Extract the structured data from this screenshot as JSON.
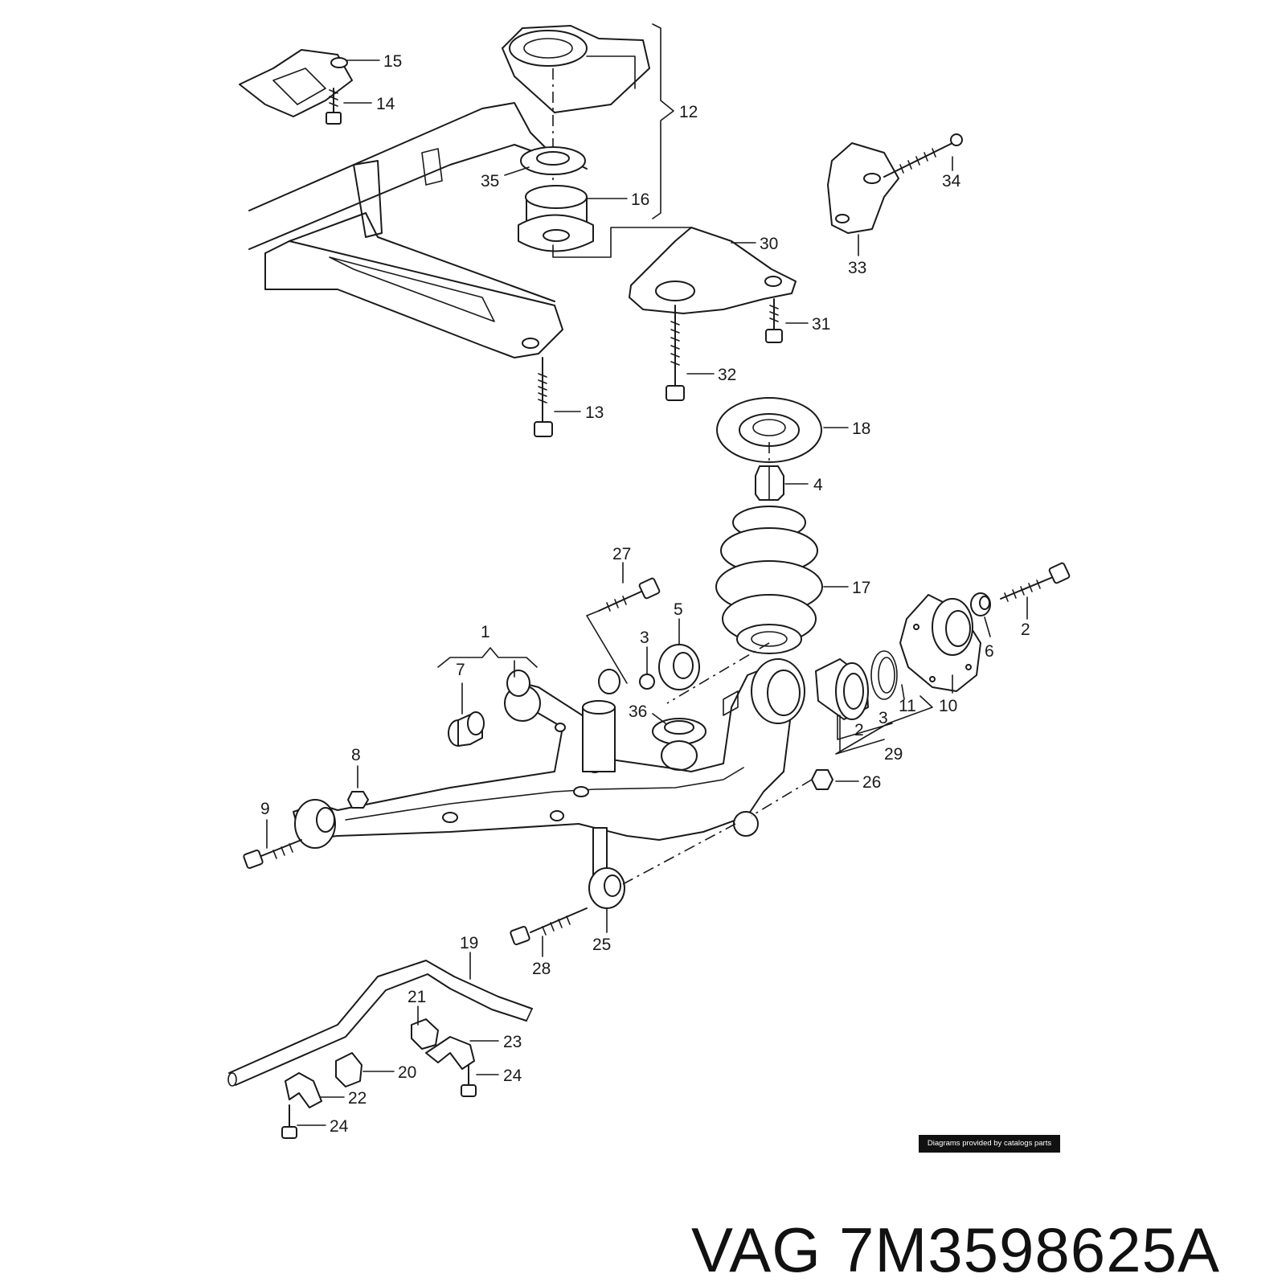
{
  "diagram": {
    "callouts": [
      "1",
      "2",
      "2",
      "3",
      "3",
      "4",
      "5",
      "6",
      "7",
      "8",
      "9",
      "10",
      "11",
      "12",
      "13",
      "14",
      "15",
      "16",
      "17",
      "18",
      "19",
      "20",
      "21",
      "22",
      "23",
      "24",
      "24",
      "25",
      "26",
      "27",
      "28",
      "29",
      "30",
      "31",
      "32",
      "33",
      "34",
      "35",
      "36"
    ]
  },
  "credit": "Diagrams provided by catalogs parts",
  "part": {
    "brand": "VAG",
    "number": "7M3598625A"
  }
}
